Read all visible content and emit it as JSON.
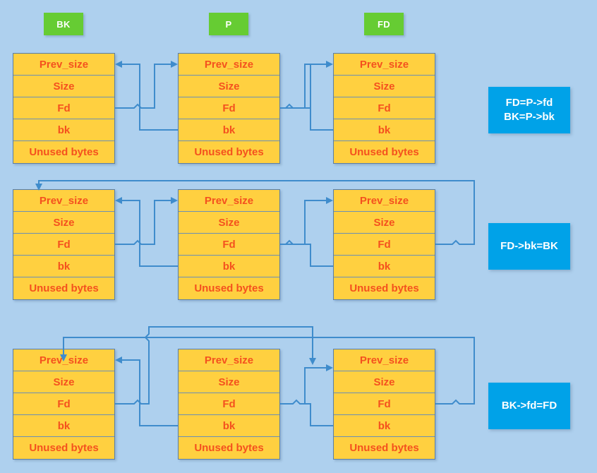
{
  "diagram": {
    "title": "glibc unlink macro chunk list manipulation",
    "background_color": "#aed0ee",
    "chunk_fill": "#ffd040",
    "chunk_text_color": "#f4511e",
    "pointer_label_color": "#66cc33",
    "note_color": "#00a2e8",
    "wire_color": "#3f8ccc"
  },
  "pointer_labels": [
    {
      "name": "bk-pointer",
      "text": "BK"
    },
    {
      "name": "p-pointer",
      "text": "P"
    },
    {
      "name": "fd-pointer",
      "text": "FD"
    }
  ],
  "chunk_fields": [
    "Prev_size",
    "Size",
    "Fd",
    "bk",
    "Unused bytes"
  ],
  "rows": [
    {
      "id": "row-1",
      "note": {
        "name": "note-fd-bk-assign",
        "lines": [
          "FD=P->fd",
          "BK=P->bk"
        ]
      },
      "chunks": [
        {
          "name": "chunk-bk-row1",
          "label": "BK"
        },
        {
          "name": "chunk-p-row1",
          "label": "P"
        },
        {
          "name": "chunk-fd-row1",
          "label": "FD"
        }
      ]
    },
    {
      "id": "row-2",
      "note": {
        "name": "note-fd-bk-set",
        "lines": [
          "FD->bk=BK"
        ]
      },
      "chunks": [
        {
          "name": "chunk-bk-row2",
          "label": "BK"
        },
        {
          "name": "chunk-p-row2",
          "label": "P"
        },
        {
          "name": "chunk-fd-row2",
          "label": "FD"
        }
      ]
    },
    {
      "id": "row-3",
      "note": {
        "name": "note-bk-fd-set",
        "lines": [
          "BK->fd=FD"
        ]
      },
      "chunks": [
        {
          "name": "chunk-bk-row3",
          "label": "BK"
        },
        {
          "name": "chunk-p-row3",
          "label": "P"
        },
        {
          "name": "chunk-fd-row3",
          "label": "FD"
        }
      ]
    }
  ]
}
